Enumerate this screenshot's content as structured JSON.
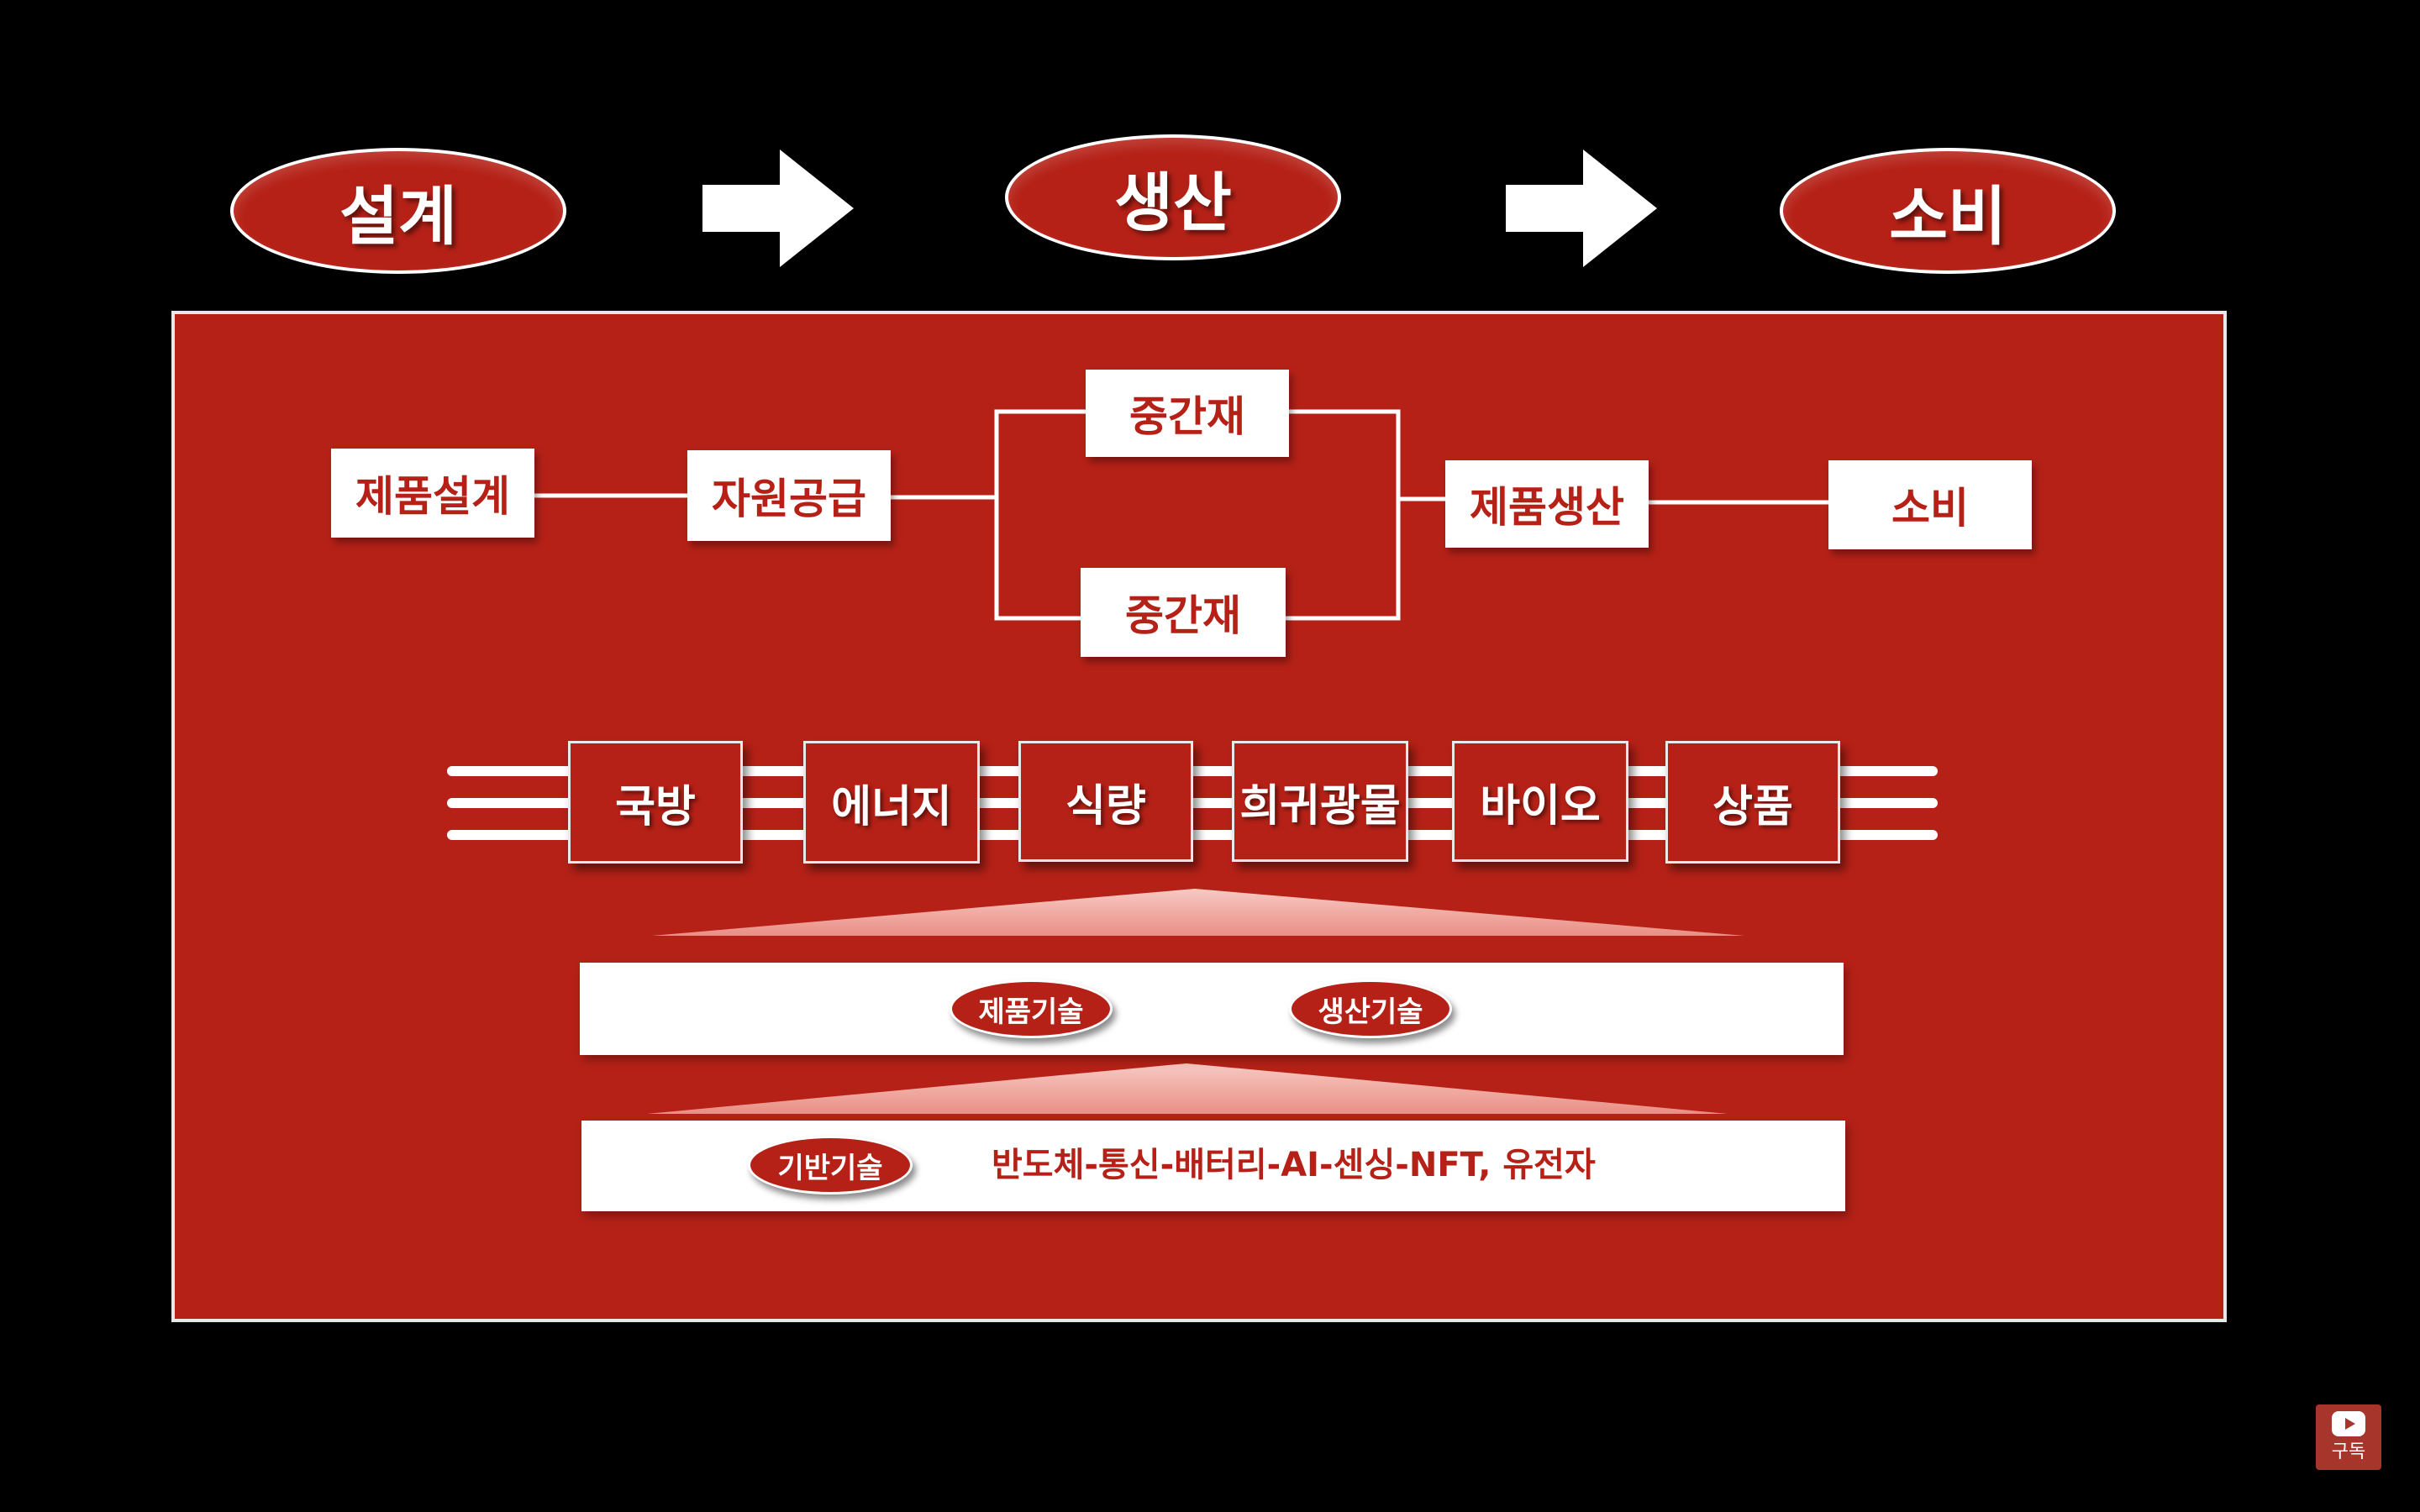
{
  "stages": [
    "설계",
    "생산",
    "소비"
  ],
  "flow": {
    "product_design": "제품설계",
    "resource_supply": "자원공급",
    "intermediate_top": "중간재",
    "intermediate_bottom": "중간재",
    "product_production": "제품생산",
    "consumption": "소비"
  },
  "sectors": [
    "국방",
    "에너지",
    "식량",
    "희귀광물",
    "바이오",
    "상품"
  ],
  "tech": {
    "product_tech": "제품기술",
    "production_tech": "생산기술",
    "base_tech": "기반기술",
    "base_tech_list": "반도체-통신-배터리-AI-센싱-NFT, 유전자"
  },
  "subscribe_label": "구독",
  "colors": {
    "accent": "#b52117",
    "background": "#000000",
    "text_on_accent": "#ffffff"
  }
}
